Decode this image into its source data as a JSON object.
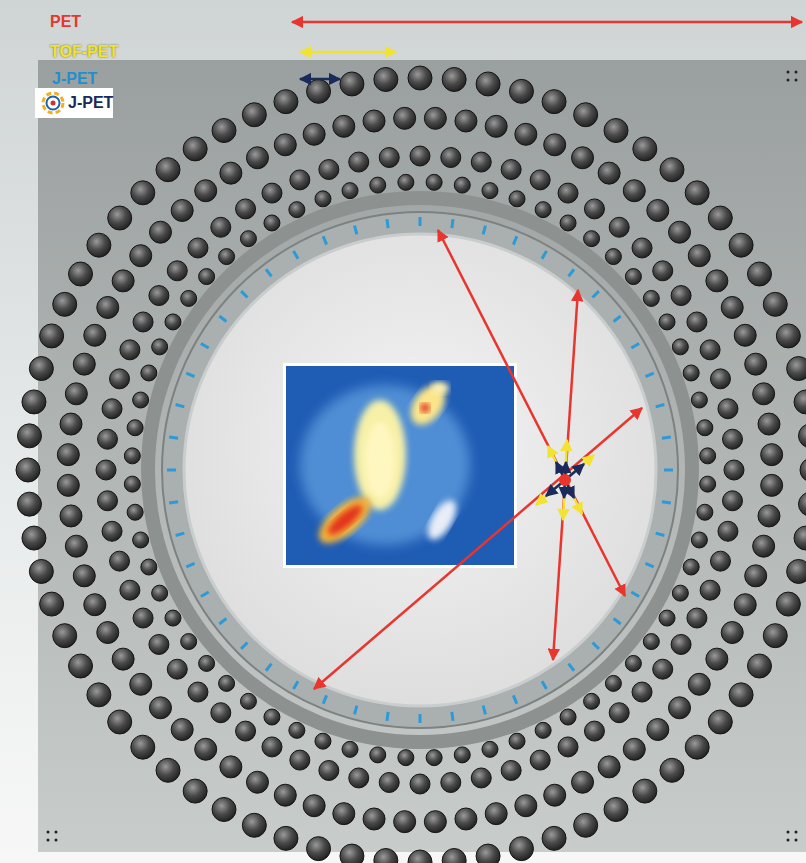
{
  "diagram": {
    "labels": [
      "PET",
      "TOF-PET",
      "J-PET",
      "J-PET"
    ]
  }
}
